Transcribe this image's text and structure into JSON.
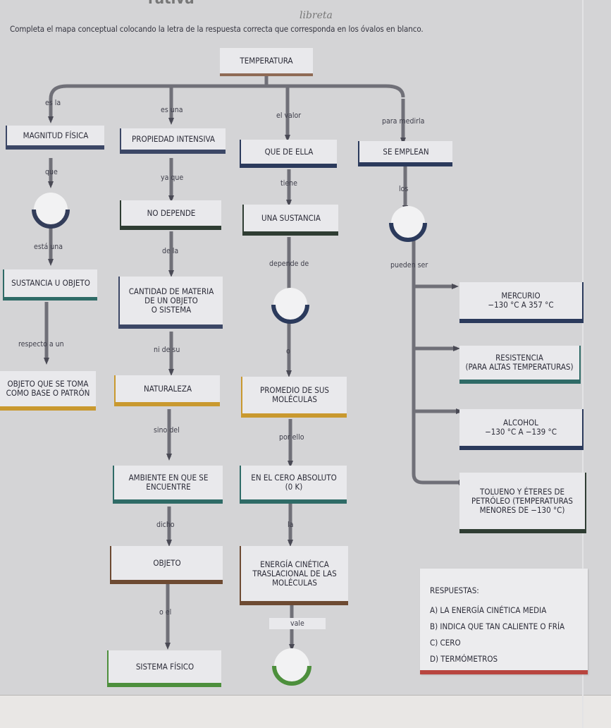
{
  "header": {
    "top_word": "rativa",
    "libreta": "libreta",
    "instructions": "Completa el mapa conceptual colocando la letra de la respuesta correcta que corresponda en los óvalos en blanco."
  },
  "nodes": {
    "temperatura": "TEMPERATURA",
    "magnitud": "MAGNITUD FÍSICA",
    "propiedad": "PROPIEDAD INTENSIVA",
    "que_de_ella": "QUE DE ELLA",
    "se_emplean": "SE EMPLEAN",
    "no_depende": "NO DEPENDE",
    "una_sustancia": "UNA SUSTANCIA",
    "sustancia_objeto": "SUSTANCIA U OBJETO",
    "cantidad": "CANTIDAD DE MATERIA\nDE UN OBJETO\nO SISTEMA",
    "objeto_patron": "OBJETO QUE SE TOMA\nCOMO BASE O PATRÓN",
    "naturaleza": "NATURALEZA",
    "promedio": "PROMEDIO DE SUS\nMOLÉCULAS",
    "ambiente": "AMBIENTE EN QUE SE\nENCUENTRE",
    "cero_absoluto": "EN EL CERO ABSOLUTO\n(0 K)",
    "objeto": "OBJETO",
    "energia": "ENERGÍA CINÉTICA\nTRASLACIONAL DE LAS\nMOLÉCULAS",
    "sistema": "SISTEMA FÍSICO",
    "mercurio": "MERCURIO\n−130 °C A 357 °C",
    "resistencia": "RESISTENCIA\n(PARA ALTAS TEMPERATURAS)",
    "alcohol": "ALCOHOL\n−130 °C A −139 °C",
    "tolueno": "TOLUENO Y ÉTERES DE\nPETRÓLEO (TEMPERATURAS\nMENORES DE −130 °C)"
  },
  "connectors": {
    "es_la": "es la",
    "es_una": "es una",
    "el_valor": "el valor",
    "para_medirla": "para medirla",
    "que": "que",
    "ya_que": "ya que",
    "tiene": "tiene",
    "los": "los",
    "esta_una": "está una",
    "de_la": "de la",
    "depende_de": "depende de",
    "pueden_ser": "pueden ser",
    "respecto_a_un": "respecto a un",
    "ni_de_su": "ni de su",
    "o": "o",
    "sino_del": "sino del",
    "por_ello": "por ello",
    "dicho": "dicho",
    "la": "la",
    "o_el": "o el",
    "vale": "vale"
  },
  "answers": {
    "title": "RESPUESTAS:",
    "options": [
      "A) LA ENERGÍA CINÉTICA MEDIA",
      "B) INDICA QUE TAN CALIENTE O FRÍA",
      "C) CERO",
      "D) TERMÓMETROS"
    ]
  },
  "colors": {
    "slate": "#3c4766",
    "navy": "#2b3a5c",
    "dark_green": "#2f3d33",
    "teal": "#2f6b67",
    "mustard": "#c9992f",
    "brown": "#6d4a32",
    "bright_green": "#4d8f3c",
    "red": "#b8453f",
    "mocha": "#8f6b55",
    "connector_gray": "#6f6f76"
  }
}
